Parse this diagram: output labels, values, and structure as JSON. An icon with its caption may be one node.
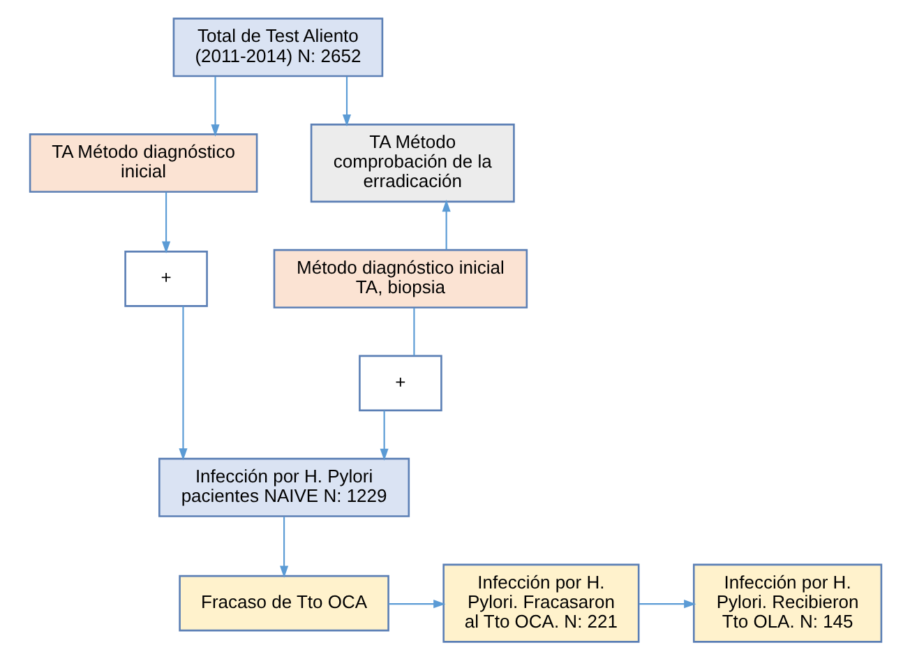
{
  "diagram": {
    "nodes": [
      {
        "text": [
          "Total de Test Aliento (2011-2014) N: 2652"
        ]
      },
      {
        "text": [
          "TA Método diagnóstico inicial"
        ]
      },
      {
        "text": [
          "TA Método comprobación de la erradicación"
        ]
      },
      {
        "text": [
          "+"
        ]
      },
      {
        "text": [
          "Método diagnóstico inicial TA, biopsia"
        ]
      },
      {
        "text": [
          "+"
        ]
      },
      {
        "text": [
          "Infección por H. Pylori pacientes NAIVE N: 1229"
        ]
      },
      {
        "text": [
          "Fracaso de Tto OCA"
        ]
      },
      {
        "text": [
          "Infección por H. Pylori. Fracasaron al Tto OCA. N: 221"
        ]
      },
      {
        "text": [
          "Infección por H. Pylori. Recibieron Tto OLA. N: 145"
        ]
      }
    ],
    "edges": [
      {
        "from": 0,
        "to": 1,
        "arrow": "to"
      },
      {
        "from": 0,
        "to": 2,
        "arrow": "to"
      },
      {
        "from": 1,
        "to": 3,
        "arrow": "to"
      },
      {
        "from": 3,
        "to": 6,
        "arrow": "to"
      },
      {
        "from": 4,
        "to": 2,
        "arrow": "to"
      },
      {
        "from": 4,
        "to": 5,
        "arrow": "none"
      },
      {
        "from": 5,
        "to": 6,
        "arrow": "to"
      },
      {
        "from": 6,
        "to": 7,
        "arrow": "to"
      },
      {
        "from": 7,
        "to": 8,
        "arrow": "to"
      },
      {
        "from": 8,
        "to": 9,
        "arrow": "to"
      }
    ]
  }
}
